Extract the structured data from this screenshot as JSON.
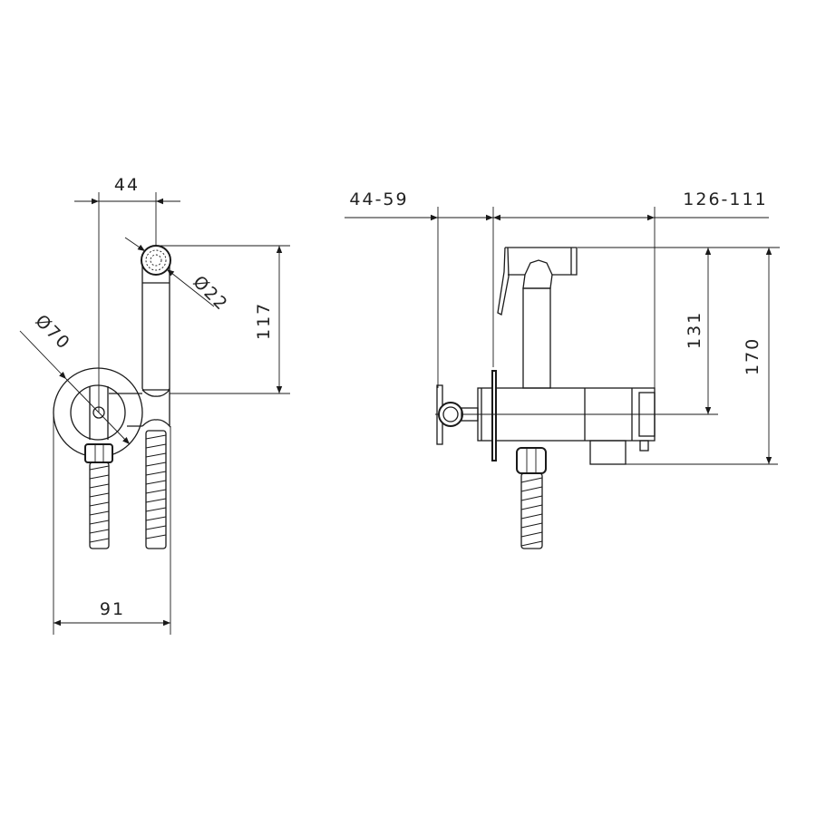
{
  "front_view": {
    "dim_spray_offset": "44",
    "dim_spray_diameter": "Ø22",
    "dim_height": "117",
    "dim_plate_diameter": "Ø70",
    "dim_width": "91"
  },
  "side_view": {
    "dim_wall_depth": "44-59",
    "dim_projection": "126-111",
    "dim_spray_height": "131",
    "dim_total_height": "170"
  },
  "colors": {
    "line": "#1a1a1a",
    "background": "#ffffff"
  }
}
